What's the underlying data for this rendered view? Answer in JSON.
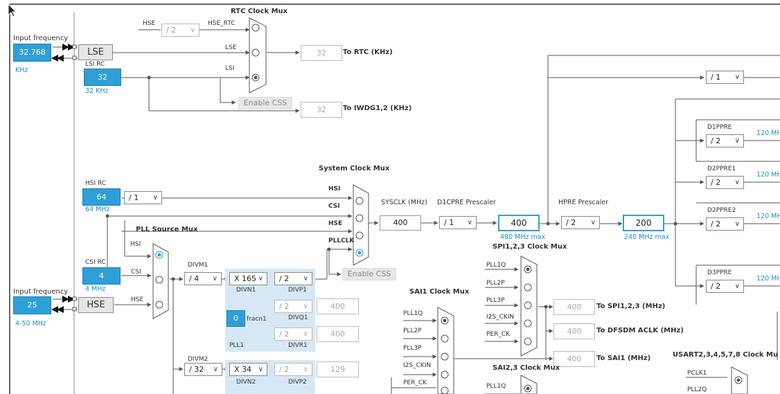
{
  "rtc_mux": {
    "title": "RTC Clock Mux",
    "in_hse": "HSE",
    "div": "/ 2",
    "in_hse_rtc": "HSE_RTC",
    "in_lse": "LSE",
    "in_lsi": "LSI",
    "enable_css": "Enable CSS"
  },
  "lse_input": {
    "label": "Input frequency",
    "value": "32.768",
    "unit": "KHz",
    "block": "LSE"
  },
  "lsi": {
    "label": "LSI RC",
    "value": "32",
    "unit": "32 KHz"
  },
  "rtc_out": {
    "value": "32",
    "label": "To RTC (KHz)"
  },
  "iwdg_out": {
    "value": "32",
    "label": "To IWDG1,2 (KHz)"
  },
  "hsi": {
    "label": "HSI RC",
    "value": "64",
    "unit": "64 MHz",
    "div": "/ 1"
  },
  "csi": {
    "label": "CSI RC",
    "value": "4",
    "unit": "4 MHz"
  },
  "hse_input": {
    "label": "Input frequency",
    "value": "25",
    "unit": "4-50 MHz",
    "block": "HSE"
  },
  "sys_mux": {
    "title": "System Clock Mux",
    "in_hsi": "HSI",
    "in_csi": "CSI",
    "in_hse": "HSE",
    "in_pll": "PLLCLK",
    "enable_css": "Enable CSS"
  },
  "pll_mux": {
    "title": "PLL Source Mux",
    "in_hsi": "HSI",
    "in_csi": "CSI",
    "in_hse": "HSE"
  },
  "sysclk": {
    "label": "SYSCLK (MHz)",
    "value": "400"
  },
  "d1cpre": {
    "label": "D1CPRE Prescaler",
    "value": "/ 1"
  },
  "cpu": {
    "value": "400",
    "note": "480 MHz max"
  },
  "hpre": {
    "label": "HPRE Prescaler",
    "value": "/ 2"
  },
  "hclk": {
    "value": "200",
    "note": "240 MHz max"
  },
  "top_div": {
    "value": "/ 1"
  },
  "d1ppre": {
    "label": "D1PPRE",
    "value": "/ 2",
    "out": "120 MH"
  },
  "d2ppre1": {
    "label": "D2PPRE1",
    "value": "/ 2",
    "out": "120 MH"
  },
  "d2ppre2": {
    "label": "D2PPRE2",
    "value": "/ 2",
    "out": "120 MH"
  },
  "d3ppre": {
    "label": "D3PPRE",
    "value": "/ 2",
    "out": "120 MH"
  },
  "pll1": {
    "divm_label": "DIVM1",
    "divm": "/ 4",
    "divn": "X 165",
    "divn_label": "DIVN1",
    "divp": "/ 2",
    "divp_label": "DIVP1",
    "divq": "/ 2",
    "divq_label": "DIVQ1",
    "divq_out": "400",
    "frac": "0",
    "frac_label": "fracn1",
    "divr": "/ 2",
    "divr_label": "DIVR1",
    "divr_out": "400",
    "name": "PLL1"
  },
  "pll2": {
    "divm_label": "DIVM2",
    "divm": "/ 32",
    "divn": "X 34",
    "divn_label": "DIVN2",
    "divp": "/ 2",
    "divp_label": "DIVP2",
    "divp_out": "129"
  },
  "spi_mux": {
    "title": "SPI1,2,3 Clock Mux",
    "inputs": [
      "PLL1Q",
      "PLL2P",
      "PLL3P",
      "I2S_CKIN",
      "PER_CK"
    ]
  },
  "spi_out": {
    "value": "400",
    "label": "To SPI1,2,3 (MHz)"
  },
  "dfsdm_out": {
    "value": "400",
    "label": "To DFSDM ACLK (MHz)"
  },
  "sai1_out": {
    "value": "400",
    "label": "To SAI1 (MHz)"
  },
  "sai1_mux": {
    "title": "SAI1 Clock Mux",
    "inputs": [
      "PLL1Q",
      "PLL2P",
      "PLL3P",
      "I2S_CKIN",
      "PER_CK"
    ]
  },
  "sai23_mux": {
    "title": "SAI2,3 Clock Mux",
    "inputs": [
      "PLL1Q"
    ]
  },
  "usart_mux": {
    "title": "USART2,3,4,5,7,8 Clock Mu",
    "inputs": [
      "PCLK1",
      "PLL2Q"
    ]
  },
  "colors": {
    "accent": "#2f9fd6",
    "panel": "#d6e8f5",
    "line": "#555555"
  }
}
